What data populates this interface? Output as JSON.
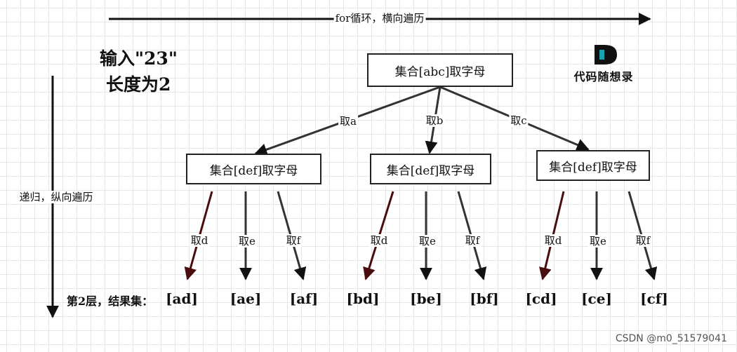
{
  "top_axis_label": "for循环，横向遍历",
  "left_axis_label": "递归，纵向遍历",
  "input_line1": "输入\"23\"",
  "input_line2": "长度为2",
  "logo": {
    "letter": "D",
    "text": "代码随想录",
    "accent_color": "#1aa3b3"
  },
  "root_box": "集合[abc]取字母",
  "children": [
    {
      "box": "集合[def]取字母",
      "edge_label": "取a",
      "leaves": [
        {
          "edge_label": "取d",
          "result": "[ad]"
        },
        {
          "edge_label": "取e",
          "result": "[ae]"
        },
        {
          "edge_label": "取f",
          "result": "[af]"
        }
      ]
    },
    {
      "box": "集合[def]取字母",
      "edge_label": "取b",
      "leaves": [
        {
          "edge_label": "取d",
          "result": "[bd]"
        },
        {
          "edge_label": "取e",
          "result": "[be]"
        },
        {
          "edge_label": "取f",
          "result": "[bf]"
        }
      ]
    },
    {
      "box": "集合[def]取字母",
      "edge_label": "取c",
      "leaves": [
        {
          "edge_label": "取d",
          "result": "[cd]"
        },
        {
          "edge_label": "取e",
          "result": "[ce]"
        },
        {
          "edge_label": "取f",
          "result": "[cf]"
        }
      ]
    }
  ],
  "level_label": "第2层，结果集：",
  "watermark": "CSDN @m0_51579041",
  "colors": {
    "highlight_arrow": "#4a0d0d",
    "arrow": "#333333"
  }
}
